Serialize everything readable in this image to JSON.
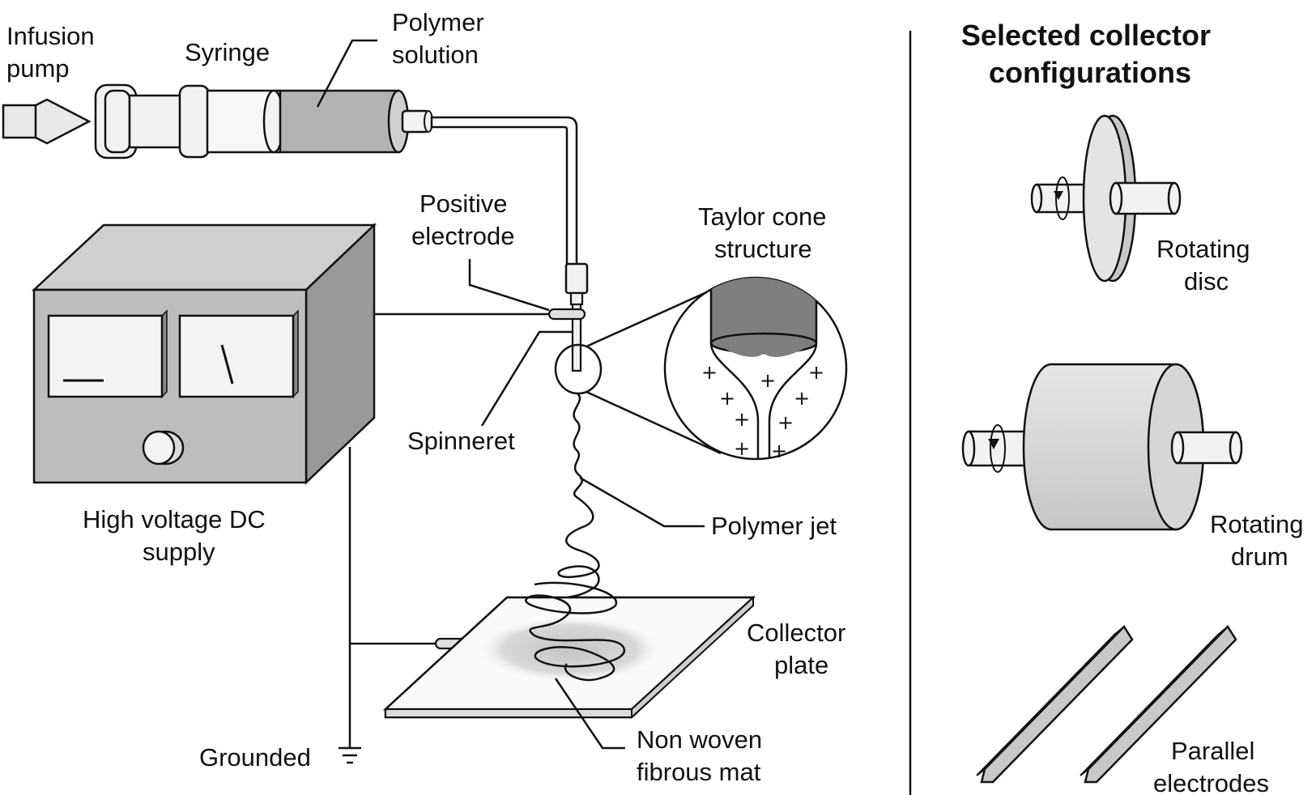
{
  "labels": {
    "infusion_pump": [
      "Infusion",
      "pump"
    ],
    "syringe": "Syringe",
    "polymer_solution": [
      "Polymer",
      "solution"
    ],
    "positive_electrode": [
      "Positive",
      "electrode"
    ],
    "taylor_cone": [
      "Taylor cone",
      "structure"
    ],
    "spinneret": "Spinneret",
    "hv_supply": [
      "High voltage DC",
      "supply"
    ],
    "polymer_jet": "Polymer jet",
    "collector_plate": [
      "Collector",
      "plate"
    ],
    "grounded": "Grounded",
    "nonwoven_mat": [
      "Non woven",
      "fibrous mat"
    ]
  },
  "collectors": {
    "title": [
      "Selected collector",
      "configurations"
    ],
    "rotating_disc": [
      "Rotating",
      "disc"
    ],
    "rotating_drum": [
      "Rotating",
      "drum"
    ],
    "parallel_electrodes": [
      "Parallel",
      "electrodes"
    ]
  },
  "taylor_cone_charge": "+",
  "colors": {
    "line": "#111111",
    "syringe_body": "#f2f2f2",
    "polymer_solution": "#b3b3b3",
    "box_front": "#bdbdbd",
    "box_top": "#cfcfcf",
    "box_side": "#999999",
    "cone_fill": "#7f7f7f",
    "collector_fill": "#d6d6d6",
    "electrode_fill": "#c8c8c8"
  }
}
